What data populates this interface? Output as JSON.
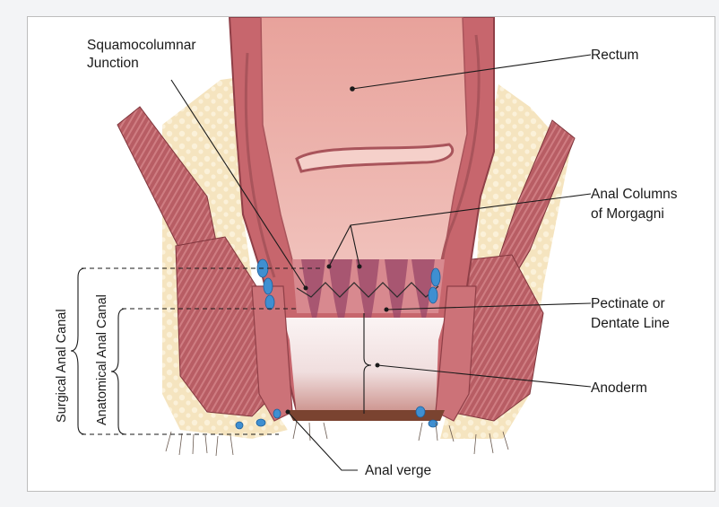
{
  "labels": {
    "squamo_line1": "Squamocolumnar",
    "squamo_line2": "Junction",
    "rectum": "Rectum",
    "anal_columns_line1": "Anal Columns",
    "anal_columns_line2": "of Morgagni",
    "pectinate_line1": "Pectinate or",
    "pectinate_line2": "Dentate Line",
    "anoderm": "Anoderm",
    "anal_verge": "Anal verge",
    "surgical_canal": "Surgical  Anal Canal",
    "anatomical_canal": "Anatomical Anal Canal"
  },
  "colors": {
    "muscle": "#b65a62",
    "muscle_dark": "#8f3f47",
    "fat": "#f3e1b8",
    "mucosa": "#e7a9a2",
    "rectum_inner": "#efb9b2",
    "canal_light": "#f2e6e6",
    "vessel_blue": "#3f8fd1",
    "verge_dark": "#6b3a22"
  }
}
